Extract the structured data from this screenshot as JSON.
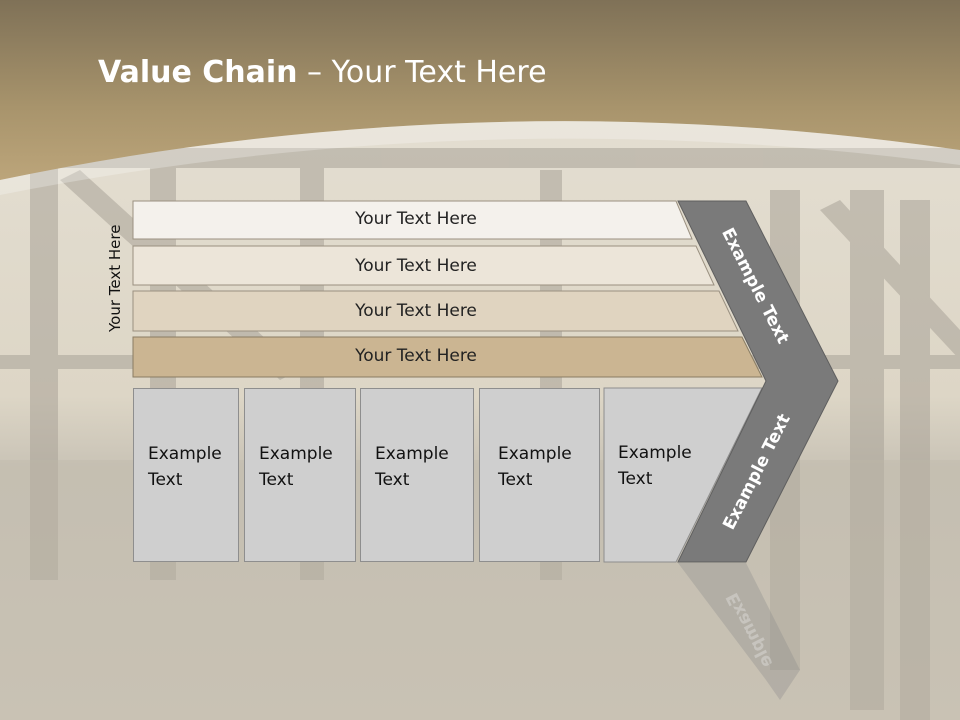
{
  "title": {
    "bold": "Value Chain",
    "rest": " – Your Text Here"
  },
  "vertical_label": "Your Text Here",
  "bars": [
    {
      "label": "Your Text Here"
    },
    {
      "label": "Your Text Here"
    },
    {
      "label": "Your Text Here"
    },
    {
      "label": "Your Text Here"
    }
  ],
  "boxes": [
    {
      "line1": "Example",
      "line2": "Text"
    },
    {
      "line1": "Example",
      "line2": "Text"
    },
    {
      "line1": "Example",
      "line2": "Text"
    },
    {
      "line1": "Example",
      "line2": "Text"
    },
    {
      "line1": "Example",
      "line2": "Text"
    }
  ],
  "chevron": {
    "upper": "Example Text",
    "lower": "Example Text",
    "reflection": "Example"
  },
  "colors": {
    "header": "#8f7e5f",
    "bar1": "#f4f1ec",
    "bar2": "#ece5d9",
    "bar3": "#e0d4c0",
    "bar4": "#cbb592",
    "box": "#cfcfcf",
    "chevron": "#7a7a7a"
  }
}
